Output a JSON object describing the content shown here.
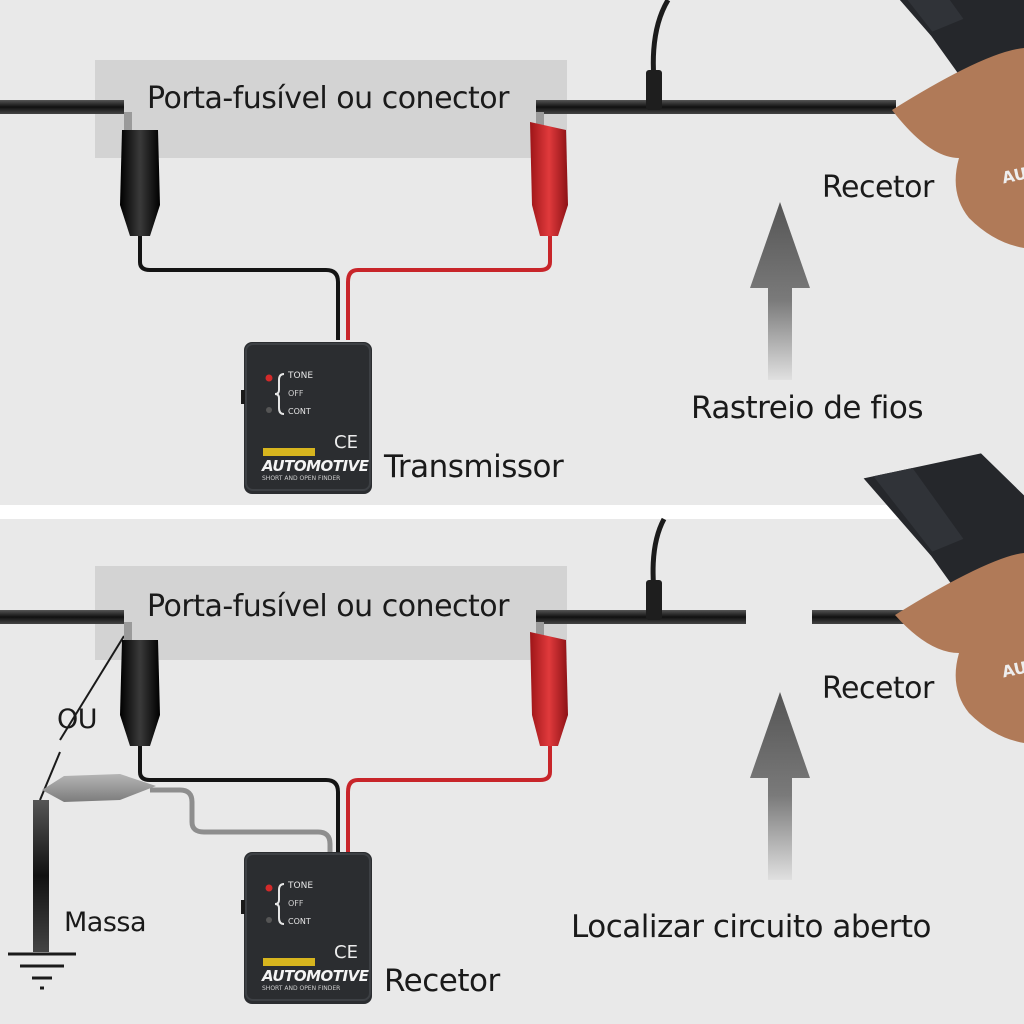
{
  "panels": [
    {
      "connector_label": "Porta-fusível ou conector",
      "receiver_label": "Recetor",
      "device_label": "Transmissor",
      "action_label": "Rastreio de fios"
    },
    {
      "connector_label": "Porta-fusível ou conector",
      "receiver_label": "Recetor",
      "device_label": "Recetor",
      "action_label": "Localizar circuito aberto",
      "or_label": "OU",
      "ground_label": "Massa"
    }
  ],
  "device": {
    "modes": [
      "TONE",
      "OFF",
      "CONT"
    ],
    "brand": "AUTOMOTIVE",
    "cert": "CE",
    "small_text": "SHORT AND OPEN FINDER"
  },
  "receiver_brand": "AU",
  "colors": {
    "background": "#e9e9e9",
    "divider": "#ffffff",
    "wire": "#1b1b1b",
    "red_lead": "#c8252a",
    "black_lead": "#141414",
    "gray_lead": "#8e8e8e",
    "device_body": "#2b2d30",
    "arrow": "#5e5e5e",
    "label_box": "#d4d4d4"
  }
}
